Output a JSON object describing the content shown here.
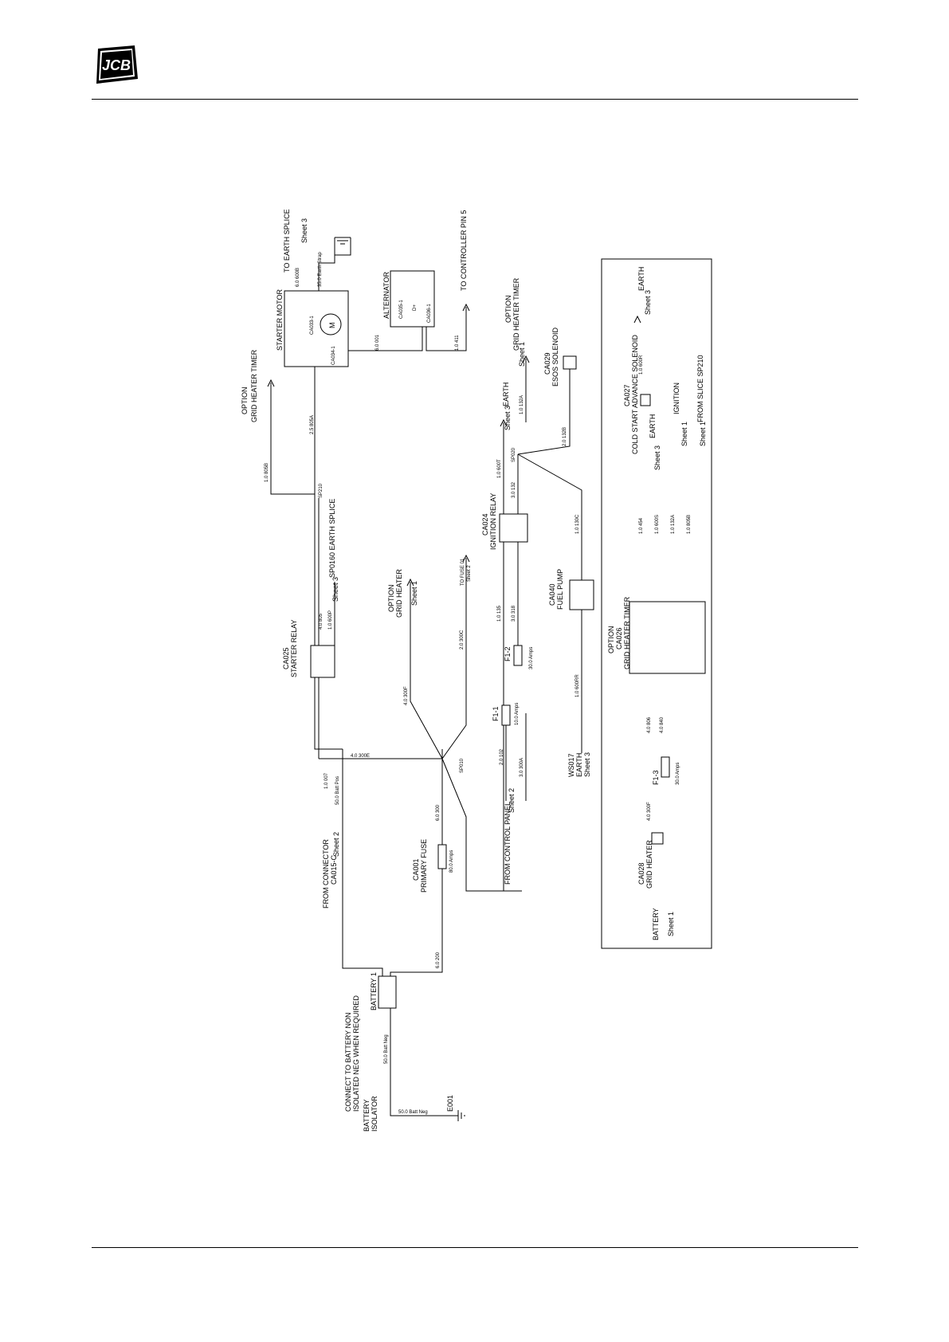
{
  "header": {
    "logo_text": "JCB"
  },
  "starter_motor": {
    "title": "STARTER MOTOR",
    "pin_top": "CA033-1",
    "pin_bottom": "CA034-1",
    "symbol": "M"
  },
  "alternator": {
    "title": "ALTERNATOR",
    "pin_left": "CA035-1",
    "pin_d": "D+",
    "pin_right": "CA036-1"
  },
  "labels": {
    "to_earth_splice": "TO EARTH SPLICE",
    "sheet3_a": "Sheet 3",
    "w_600b": "6.0 600B",
    "w_earth_strap": "35.0 Earth Strap",
    "to_controller": "TO CONTROLLER PIN 5",
    "w_001": "6.0 001",
    "w_411": "1.0 411",
    "opt1": "OPTION",
    "opt1b": "GRID HEATER TIMER",
    "w_805b": "1.0 805B",
    "w_805a": "2.5 805A",
    "sp210": "SP210",
    "sp0160": "SP0160 EARTH SPLICE",
    "sheet3_b": "Sheet 3",
    "ca025": "CA025",
    "starter_relay": "STARTER RELAY",
    "w_805": "4.0 805",
    "w_600p": "1.0 600P",
    "opt2": "OPTION",
    "opt2b": "GRID HEATER",
    "sheet1_a": "Sheet 1",
    "to_fuse": "TO FUSE 01",
    "sheet2_a": "Sheet 2",
    "w_300c": "2.0 300C",
    "w_300f": "4.0 300F",
    "sp010": "SP010",
    "w_300e": "4.0 300E",
    "w_007": "1.0 007",
    "w_battpos": "50.0 Batt Pos",
    "from_connector": "FROM CONNECTOR",
    "ca015": "CA015-C",
    "sheet2_b": "Sheet 2",
    "w_300": "6.0 300",
    "ca001": "CA001",
    "primary_fuse": "PRIMARY FUSE",
    "fuse_80": "80.0 Amps",
    "w_200": "6.0 200",
    "battery1": "BATTERY 1",
    "connect_note1": "CONNECT TO BATTERY NON",
    "connect_note2": "ISOLATED NEG WHEN REQUIRED",
    "w_battneg1": "50.0 Batt Neg",
    "battery_isolator1": "BATTERY",
    "battery_isolator2": "ISOLATOR",
    "w_battneg2": "50.0 Batt Neg",
    "e001": "E001",
    "opt3": "OPTION",
    "opt3b": "GRID HEATER TIMER",
    "sheet1_b": "Sheet 1",
    "w_132a_top": "1.0 132A",
    "earth1": "EARTH",
    "sheet3_c": "Sheet 3",
    "w_600t": "1.0 600T",
    "ca029": "CA029",
    "esos": "ESOS SOLENOID",
    "w_132b": "2.0 132B",
    "sp020": "SP020",
    "w_132": "3.0 132",
    "ca024": "CA024",
    "ignition_relay": "IGNITION RELAY",
    "w_135": "1.0 135",
    "w_318": "3.0 318",
    "f12": "F1-2",
    "fuse_30a": "30.0 Amps",
    "w_102": "2.0 102",
    "w_300a": "3.0 300A",
    "f11": "F1-1",
    "fuse_10": "10.0 Amps",
    "from_panel": "FROM CONTROL PANEL",
    "sheet2_c": "Sheet 2",
    "w_130c": "1.0 130C",
    "ca040": "CA040",
    "fuel_pump": "FUEL PUMP",
    "w_600r": "1.0 600RR",
    "ws017": "WS017",
    "earth2": "EARTH",
    "sheet3_d": "Sheet 3",
    "earth3": "EARTH",
    "sheet3_e": "Sheet 3",
    "ca027": "CA027",
    "cold_start": "COLD START ADVANCE SOLENOID",
    "w_600r2": "1.0 600R",
    "w_454": "1.0 454",
    "w_600s": "1.0 600S",
    "earth4": "EARTH",
    "sheet3_f": "Sheet 3",
    "w_132a2": "1.0 132A",
    "ignition": "IGNITION",
    "sheet1_c": "Sheet 1",
    "w_805b2": "1.0 805B",
    "from_slice": "FROM SLICE SP210",
    "sheet1_d": "Sheet 1",
    "opt4": "OPTION",
    "ca026": "CA026",
    "grid_timer": "GRID HEATER TIMER",
    "w_806": "4.0 806",
    "w_840": "4.0 840",
    "f13": "F1-3",
    "fuse_30b": "30.0 Amps",
    "w_300f2": "4.0 300F",
    "ca028": "CA028",
    "grid_heater": "GRID HEATER",
    "battery_s": "BATTERY",
    "sheet1_e": "Sheet 1"
  }
}
